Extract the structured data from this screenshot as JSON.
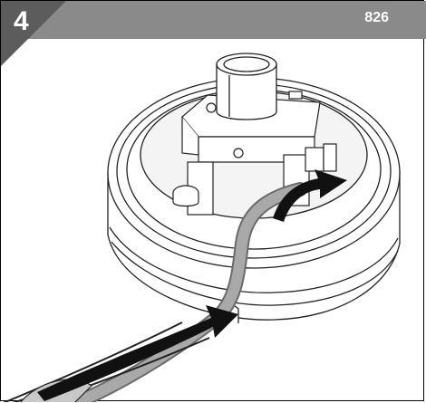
{
  "header": {
    "step_number": "4",
    "figure_code": "826",
    "bar_color": "#8a8a8a",
    "corner_color": "#5c5c5c"
  },
  "illustration": {
    "subject": "sensor-base-cable-routing",
    "arrow_color": "#111111",
    "cable_color": "#a9a9a9"
  }
}
